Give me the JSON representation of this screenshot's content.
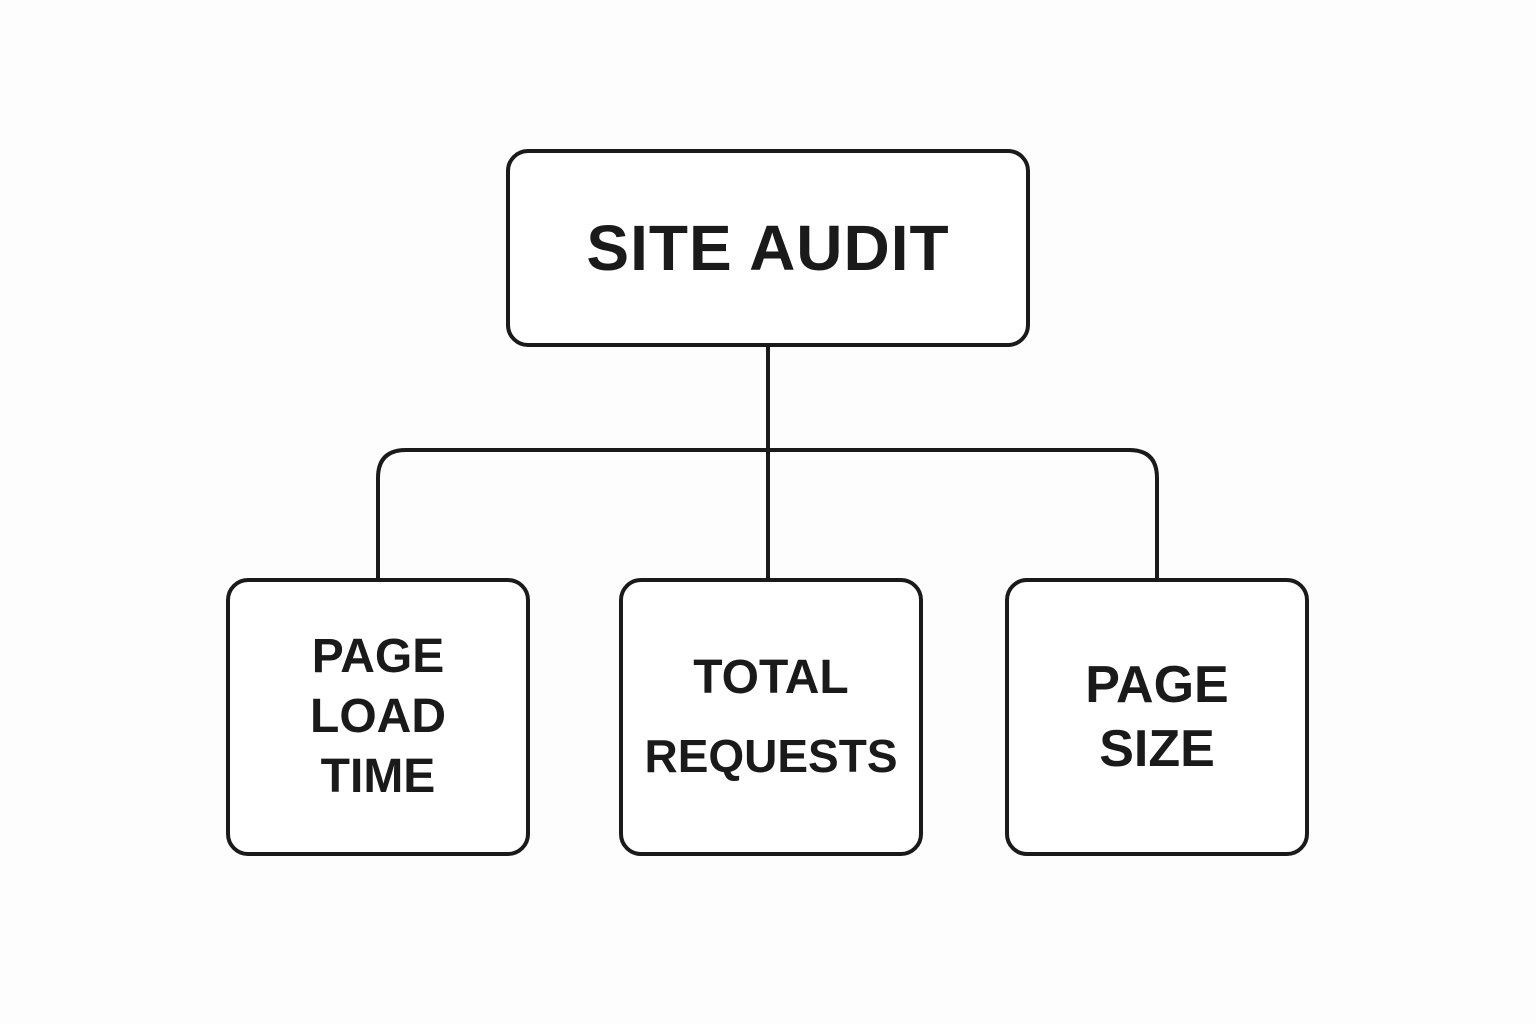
{
  "root": {
    "label": "SITE AUDIT"
  },
  "children": [
    {
      "lines": [
        "PAGE",
        "LOAD",
        "TIME"
      ]
    },
    {
      "lines": [
        "TOTAL",
        "REQUESTS"
      ]
    },
    {
      "lines": [
        "PAGE",
        "SIZE"
      ]
    }
  ],
  "colors": {
    "stroke": "#1a1a1a",
    "background": "#fdfdfd",
    "node_fill": "#ffffff"
  }
}
